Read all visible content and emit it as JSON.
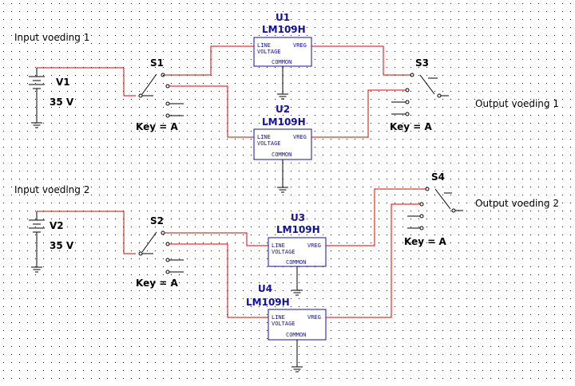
{
  "colors": {
    "wire": "#e00000",
    "component": "#1010a0",
    "grid_dot": "#000000",
    "background": "#ffffff"
  },
  "labels": {
    "input1": "Input voeding 1",
    "input2": "Input voeding 2",
    "output1": "Output voeding 1",
    "output2": "Output voeding 2"
  },
  "sources": {
    "v1": {
      "name": "V1",
      "value": "35 V"
    },
    "v2": {
      "name": "V2",
      "value": "35 V"
    }
  },
  "switches": {
    "s1": {
      "name": "S1",
      "key": "Key = A"
    },
    "s2": {
      "name": "S2",
      "key": "Key = A"
    },
    "s3": {
      "name": "S3",
      "key": "Key = A"
    },
    "s4": {
      "name": "S4",
      "key": "Key = A"
    }
  },
  "regulators": {
    "u1": {
      "ref": "U1",
      "part": "LM109H"
    },
    "u2": {
      "ref": "U2",
      "part": "LM109H"
    },
    "u3": {
      "ref": "U3",
      "part": "LM109H"
    },
    "u4": {
      "ref": "U4",
      "part": "LM109H"
    }
  },
  "pins": {
    "line": "LINE",
    "vreg": "VREG",
    "voltage": "VOLTAGE",
    "common": "COMMON"
  }
}
